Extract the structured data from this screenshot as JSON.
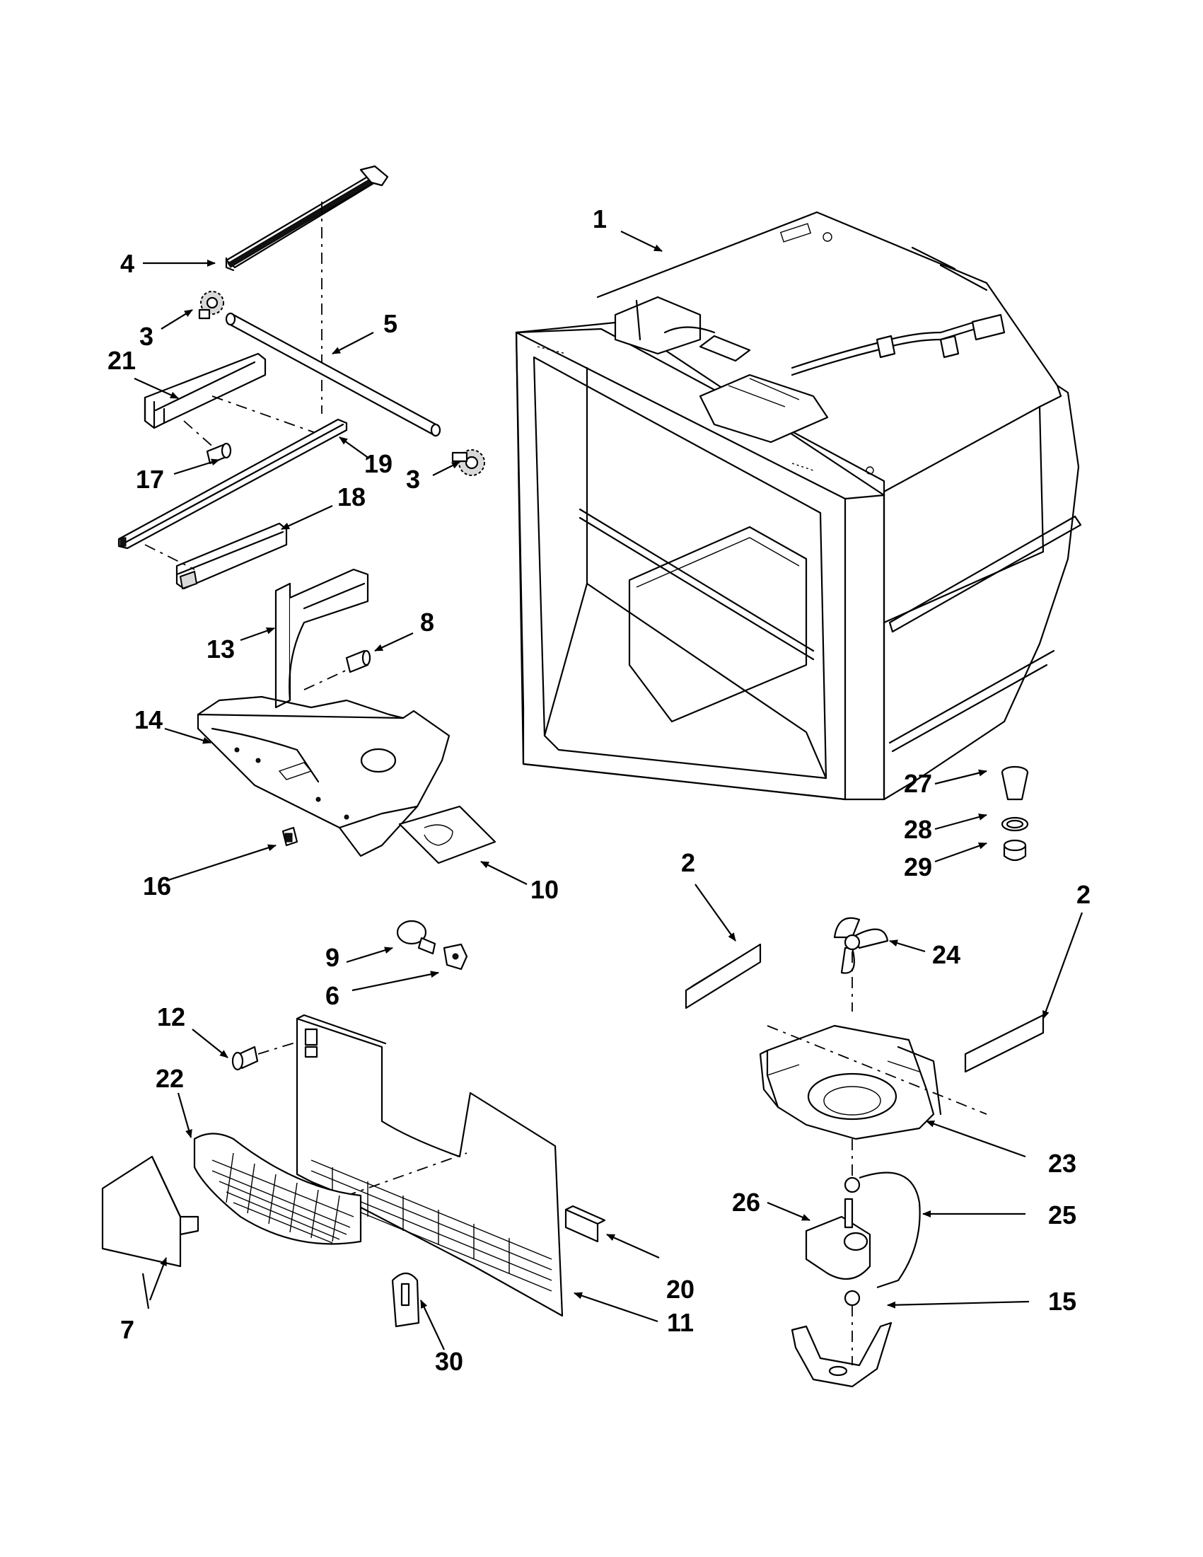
{
  "callouts": [
    {
      "id": "c1",
      "text": "1"
    },
    {
      "id": "c2a",
      "text": "2"
    },
    {
      "id": "c2b",
      "text": "2"
    },
    {
      "id": "c3a",
      "text": "3"
    },
    {
      "id": "c3b",
      "text": "3"
    },
    {
      "id": "c4",
      "text": "4"
    },
    {
      "id": "c5",
      "text": "5"
    },
    {
      "id": "c6",
      "text": "6"
    },
    {
      "id": "c7",
      "text": "7"
    },
    {
      "id": "c8",
      "text": "8"
    },
    {
      "id": "c9",
      "text": "9"
    },
    {
      "id": "c10",
      "text": "10"
    },
    {
      "id": "c11",
      "text": "11"
    },
    {
      "id": "c12",
      "text": "12"
    },
    {
      "id": "c13",
      "text": "13"
    },
    {
      "id": "c14",
      "text": "14"
    },
    {
      "id": "c15",
      "text": "15"
    },
    {
      "id": "c16",
      "text": "16"
    },
    {
      "id": "c17",
      "text": "17"
    },
    {
      "id": "c18",
      "text": "18"
    },
    {
      "id": "c19",
      "text": "19"
    },
    {
      "id": "c20",
      "text": "20"
    },
    {
      "id": "c21",
      "text": "21"
    },
    {
      "id": "c22",
      "text": "22"
    },
    {
      "id": "c23",
      "text": "23"
    },
    {
      "id": "c24",
      "text": "24"
    },
    {
      "id": "c25",
      "text": "25"
    },
    {
      "id": "c26",
      "text": "26"
    },
    {
      "id": "c27",
      "text": "27"
    },
    {
      "id": "c28",
      "text": "28"
    },
    {
      "id": "c29",
      "text": "29"
    },
    {
      "id": "c30",
      "text": "30"
    }
  ]
}
